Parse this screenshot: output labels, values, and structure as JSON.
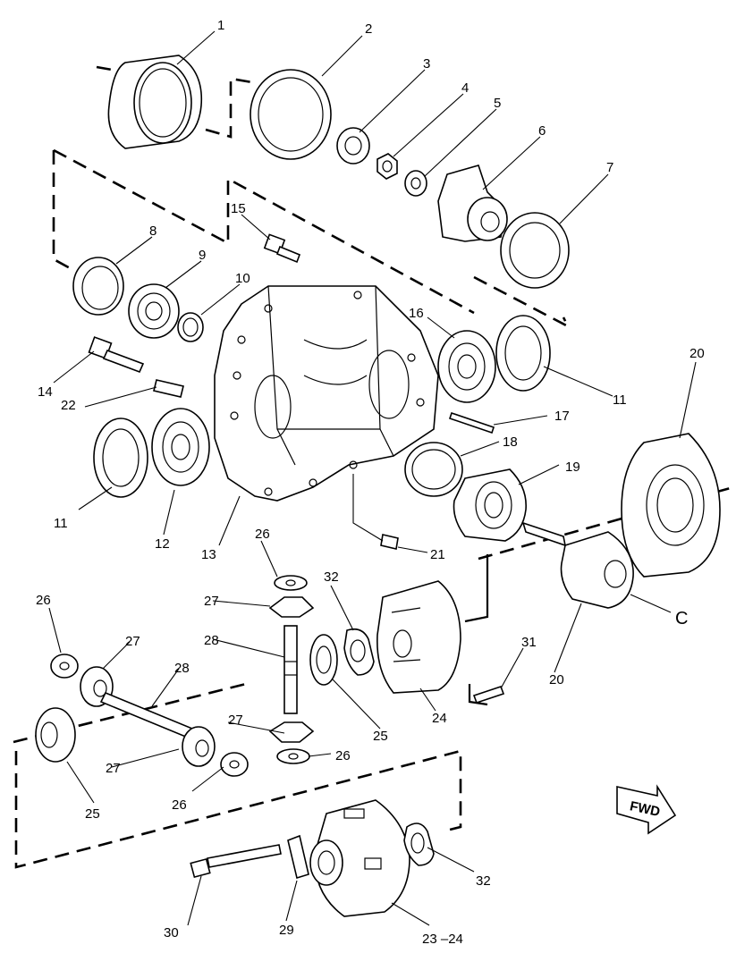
{
  "diagram": {
    "labels": {
      "p1": "1",
      "p2": "2",
      "p3": "3",
      "p4": "4",
      "p5": "5",
      "p6": "6",
      "p7": "7",
      "p8": "8",
      "p9": "9",
      "p10": "10",
      "p11a": "11",
      "p11b": "11",
      "p12": "12",
      "p13": "13",
      "p14": "14",
      "p15": "15",
      "p16": "16",
      "p17": "17",
      "p18": "18",
      "p19": "19",
      "p20a": "20",
      "p20b": "20",
      "p21": "21",
      "p22": "22",
      "p23_24": "23 –24",
      "p24": "24",
      "p25a": "25",
      "p25b": "25",
      "p26a": "26",
      "p26b": "26",
      "p26c": "26",
      "p26d": "26",
      "p27a": "27",
      "p27b": "27",
      "p27c": "27",
      "p27d": "27",
      "p28a": "28",
      "p28b": "28",
      "p29": "29",
      "p30": "30",
      "p31": "31",
      "p32a": "32",
      "p32b": "32",
      "c": "C"
    },
    "fwd_arrow": "FWD"
  }
}
